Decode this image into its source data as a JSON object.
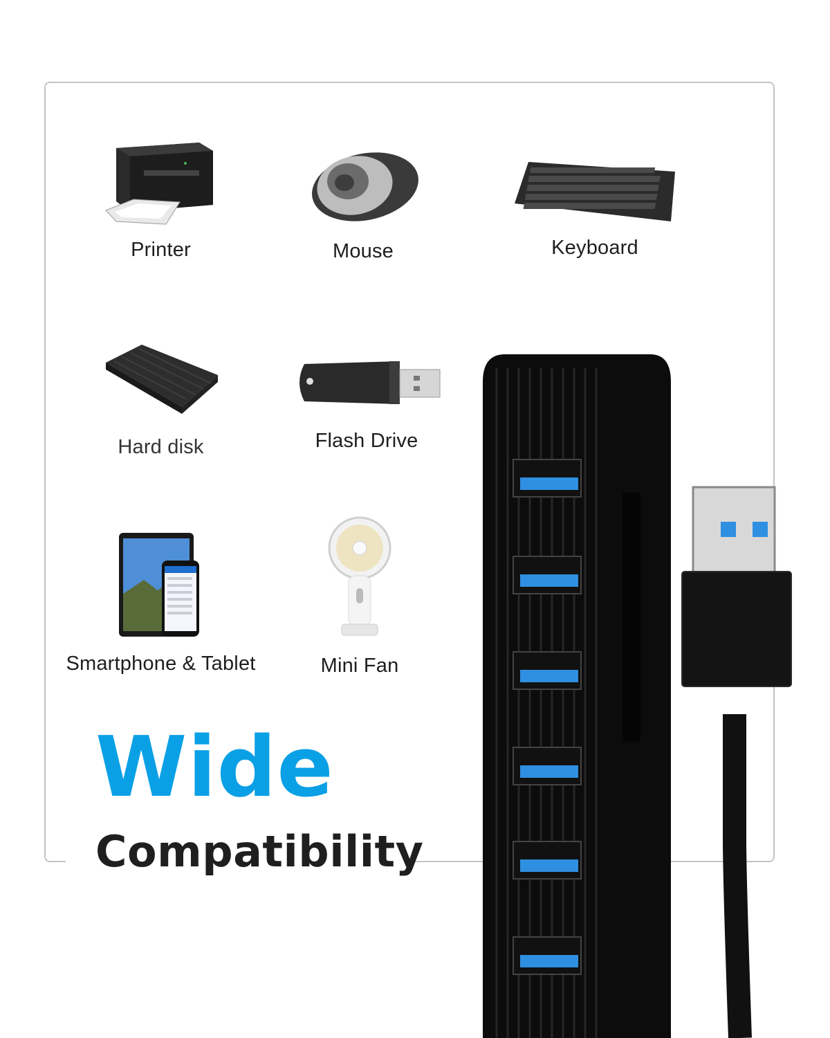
{
  "devices": [
    {
      "id": "printer",
      "label": "Printer",
      "icon": "printer-icon"
    },
    {
      "id": "mouse",
      "label": "Mouse",
      "icon": "mouse-icon"
    },
    {
      "id": "keyboard",
      "label": "Keyboard",
      "icon": "keyboard-icon"
    },
    {
      "id": "hard-disk",
      "label": "Hard disk",
      "icon": "hard-disk-icon"
    },
    {
      "id": "flash-drive",
      "label": "Flash Drive",
      "icon": "flash-drive-icon"
    },
    {
      "id": "smartphone-tablet",
      "label": "Smartphone & Tablet",
      "icon": "smartphone-tablet-icon"
    },
    {
      "id": "mini-fan",
      "label": "Mini Fan",
      "icon": "mini-fan-icon"
    }
  ],
  "headline": {
    "line1": "Wide",
    "line2": "Compatibility"
  },
  "colors": {
    "accent": "#0aa0e6",
    "usb_port": "#2f8fe0",
    "hub_body": "#0c0c0c",
    "frame": "#c4c4c4"
  }
}
